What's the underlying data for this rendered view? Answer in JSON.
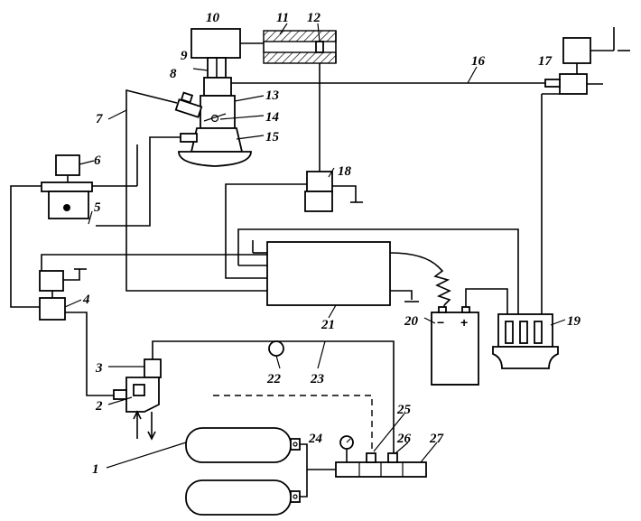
{
  "labels": {
    "n1": "1",
    "n2": "2",
    "n3": "3",
    "n4": "4",
    "n5": "5",
    "n6": "6",
    "n7": "7",
    "n8": "8",
    "n9": "9",
    "n10": "10",
    "n11": "11",
    "n12": "12",
    "n13": "13",
    "n14": "14",
    "n15": "15",
    "n16": "16",
    "n17": "17",
    "n18": "18",
    "n19": "19",
    "n20": "20",
    "n21": "21",
    "n22": "22",
    "n23": "23",
    "n24": "24",
    "n25": "25",
    "n26": "26",
    "n27": "27"
  },
  "battery": {
    "minus": "−",
    "plus": "+"
  }
}
